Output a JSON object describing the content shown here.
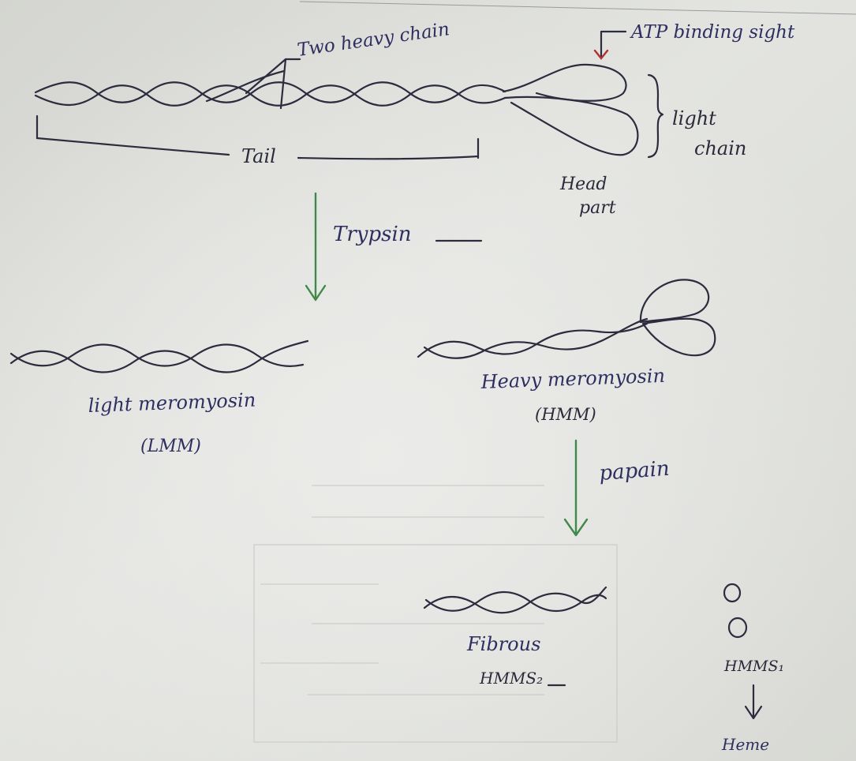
{
  "labels": {
    "two_heavy_chain": "Two heavy chain",
    "atp_binding_site": "ATP binding sight",
    "light_chain_1": "light",
    "light_chain_2": "chain",
    "tail": "Tail",
    "head_1": "Head",
    "head_2": "part",
    "trypsin": "Trypsin",
    "lmm_1": "light meromyosin",
    "lmm_2": "(LMM)",
    "hmm_1": "Heavy meromyosin",
    "hmm_2": "(HMM)",
    "papain": "papain",
    "fibrous_1": "Fibrous",
    "fibrous_2": "HMMS₂",
    "hmms1": "HMMS₁",
    "heme": "Heme"
  }
}
